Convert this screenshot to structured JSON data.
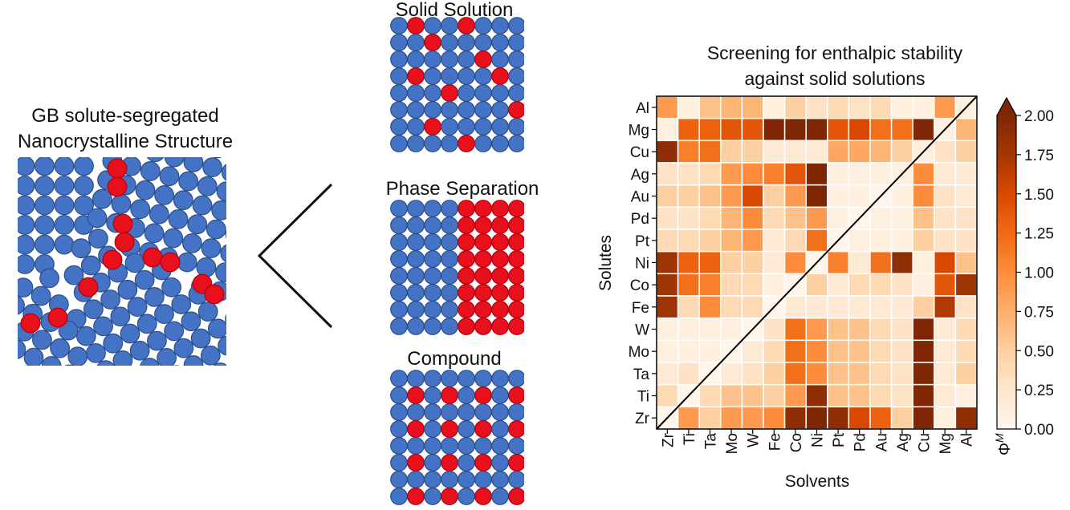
{
  "left_panel": {
    "title_line1": "GB solute-segregated",
    "title_line2": "Nanocrystalline Structure"
  },
  "middle_panels": {
    "solid_solution": "Solid Solution",
    "phase_separation": "Phase Separation",
    "compound": "Compound"
  },
  "colors": {
    "atom_blue": "#4472c4",
    "atom_red": "#e8101c",
    "diagonal": "#000000"
  },
  "chart_data": {
    "type": "heatmap",
    "title": "Screening for enthalpic stability against solid solutions",
    "title_line1": "Screening for enthalpic stability",
    "title_line2": "against solid solutions",
    "xlabel": "Solvents",
    "ylabel": "Solutes",
    "x_categories": [
      "Zr",
      "Ti",
      "Ta",
      "Mo",
      "W",
      "Fe",
      "Co",
      "Ni",
      "Pt",
      "Pd",
      "Au",
      "Ag",
      "Cu",
      "Mg",
      "Al"
    ],
    "y_categories": [
      "Al",
      "Mg",
      "Cu",
      "Ag",
      "Au",
      "Pd",
      "Pt",
      "Ni",
      "Co",
      "Fe",
      "W",
      "Mo",
      "Ta",
      "Ti",
      "Zr"
    ],
    "colorbar": {
      "label": "Φ",
      "label_superscript": "M",
      "vmin": 0.0,
      "vmax": 2.0,
      "extend": "max",
      "ticks": [
        "0.00",
        "0.25",
        "0.50",
        "0.75",
        "1.00",
        "1.25",
        "1.50",
        "1.75",
        "2.00"
      ]
    },
    "colormap": "Oranges",
    "diagonal_line": true,
    "values": [
      [
        0.9,
        0.1,
        0.6,
        0.7,
        0.7,
        0.1,
        0.5,
        0.3,
        0.4,
        0.3,
        0.4,
        0.1,
        0.1,
        0.9,
        0.1
      ],
      [
        0.1,
        1.3,
        1.3,
        1.4,
        1.4,
        2.0,
        2.0,
        2.0,
        1.4,
        1.5,
        1.2,
        1.2,
        2.0,
        0.1,
        0.7
      ],
      [
        1.9,
        1.1,
        1.2,
        0.5,
        0.5,
        0.2,
        0.2,
        0.2,
        0.8,
        0.8,
        0.7,
        0.5,
        0.1,
        0.3,
        0.5
      ],
      [
        0.3,
        0.3,
        0.4,
        0.9,
        1.0,
        1.1,
        1.4,
        2.0,
        0.1,
        0.1,
        0.1,
        0.1,
        1.0,
        0.2,
        0.2
      ],
      [
        0.5,
        0.5,
        0.6,
        0.9,
        1.5,
        0.5,
        0.9,
        2.0,
        0.1,
        0.1,
        0.0,
        0.1,
        1.0,
        0.3,
        0.2
      ],
      [
        0.3,
        0.3,
        0.4,
        0.7,
        1.0,
        0.4,
        0.6,
        0.9,
        0.1,
        0.0,
        0.1,
        0.1,
        0.6,
        0.3,
        0.3
      ],
      [
        0.4,
        0.4,
        0.5,
        0.7,
        0.9,
        0.2,
        0.4,
        1.2,
        0.0,
        0.1,
        0.1,
        0.1,
        0.5,
        0.3,
        0.3
      ],
      [
        1.8,
        1.3,
        1.3,
        0.5,
        0.5,
        0.2,
        1.0,
        0.0,
        1.1,
        0.2,
        1.2,
        1.9,
        0.1,
        1.5,
        0.6
      ],
      [
        1.8,
        1.2,
        1.1,
        0.4,
        0.4,
        0.1,
        0.0,
        0.5,
        0.2,
        0.4,
        0.4,
        0.3,
        0.1,
        1.4,
        1.8
      ],
      [
        1.8,
        0.4,
        1.0,
        0.4,
        0.4,
        0.0,
        0.2,
        0.2,
        0.2,
        0.2,
        0.2,
        0.2,
        0.5,
        1.7,
        0.3
      ],
      [
        0.1,
        0.1,
        0.1,
        0.1,
        0.0,
        0.3,
        1.2,
        0.9,
        0.6,
        0.6,
        0.4,
        0.3,
        2.0,
        0.2,
        0.4
      ],
      [
        0.1,
        0.1,
        0.1,
        0.0,
        0.2,
        0.4,
        1.2,
        1.0,
        0.6,
        0.6,
        0.4,
        0.3,
        2.0,
        0.2,
        0.4
      ],
      [
        0.2,
        0.3,
        0.0,
        0.2,
        0.3,
        0.5,
        1.2,
        1.0,
        0.6,
        0.6,
        0.4,
        0.3,
        2.0,
        0.2,
        0.5
      ],
      [
        0.4,
        0.0,
        0.4,
        0.6,
        0.6,
        0.5,
        0.9,
        1.9,
        0.6,
        0.6,
        0.4,
        0.3,
        2.0,
        0.2,
        0.1
      ],
      [
        0.0,
        0.9,
        0.5,
        0.9,
        0.9,
        1.0,
        1.9,
        2.0,
        1.9,
        1.5,
        1.3,
        0.5,
        2.0,
        0.1,
        1.9
      ]
    ]
  }
}
